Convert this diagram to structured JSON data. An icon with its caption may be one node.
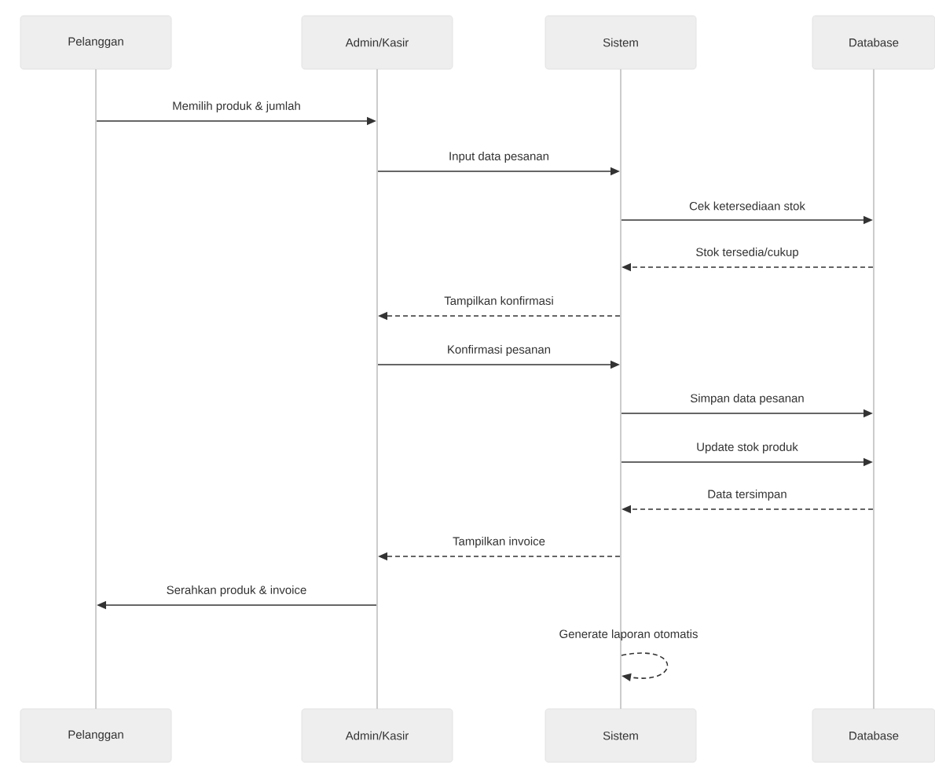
{
  "diagram": {
    "nodes": [
      {
        "text": [
          "Pelanggan"
        ]
      },
      {
        "text": [
          "Admin/Kasir"
        ]
      },
      {
        "text": [
          "Sistem"
        ]
      },
      {
        "text": [
          "Database"
        ]
      },
      {
        "text": [
          "Pelanggan"
        ]
      },
      {
        "text": [
          "Admin/Kasir"
        ]
      },
      {
        "text": [
          "Sistem"
        ]
      },
      {
        "text": [
          "Database"
        ]
      },
      {
        "text": [],
        "shape": "line"
      },
      {
        "text": [],
        "shape": "line"
      },
      {
        "text": [],
        "shape": "line"
      },
      {
        "text": [],
        "shape": "line"
      }
    ],
    "edges": [
      {
        "from": 8,
        "to": 9,
        "arrow": "to",
        "label": "Memilih produk & jumlah"
      },
      {
        "from": 9,
        "to": 10,
        "arrow": "to",
        "label": "Input data pesanan"
      },
      {
        "from": 10,
        "to": 11,
        "arrow": "to",
        "label": "Cek ketersediaan stok"
      },
      {
        "from": 11,
        "to": 10,
        "arrow": "to",
        "label": "Stok tersedia/cukup",
        "style": "dashed"
      },
      {
        "from": 10,
        "to": 9,
        "arrow": "to",
        "label": "Tampilkan konfirmasi",
        "style": "dashed"
      },
      {
        "from": 9,
        "to": 10,
        "arrow": "to",
        "label": "Konfirmasi pesanan"
      },
      {
        "from": 10,
        "to": 11,
        "arrow": "to",
        "label": "Simpan data pesanan"
      },
      {
        "from": 10,
        "to": 11,
        "arrow": "to",
        "label": "Update stok produk"
      },
      {
        "from": 11,
        "to": 10,
        "arrow": "to",
        "label": "Data tersimpan",
        "style": "dashed"
      },
      {
        "from": 10,
        "to": 9,
        "arrow": "to",
        "label": "Tampilkan invoice",
        "style": "dashed"
      },
      {
        "from": 9,
        "to": 8,
        "arrow": "to",
        "label": "Serahkan produk & invoice"
      },
      {
        "from": 10,
        "to": 10,
        "arrow": "to",
        "label": "Generate laporan otomatis",
        "style": "dashed"
      }
    ]
  }
}
